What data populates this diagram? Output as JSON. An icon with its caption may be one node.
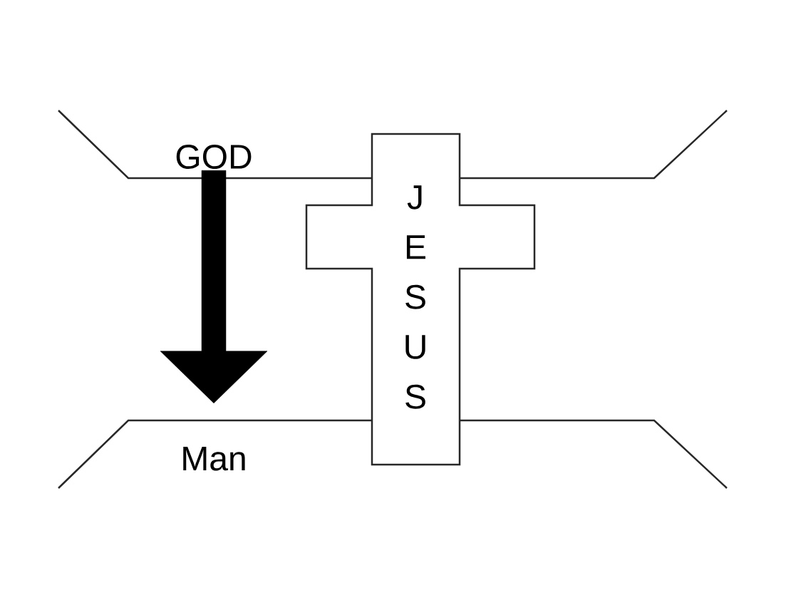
{
  "diagram": {
    "nodes": [
      {
        "text": [
          "GOD"
        ]
      },
      {
        "text": [
          "Man"
        ]
      },
      {
        "text": [
          "J E S U S"
        ]
      }
    ],
    "edges": [
      {
        "from": 0,
        "to": 1,
        "arrow": "to",
        "style": "thick"
      }
    ]
  }
}
